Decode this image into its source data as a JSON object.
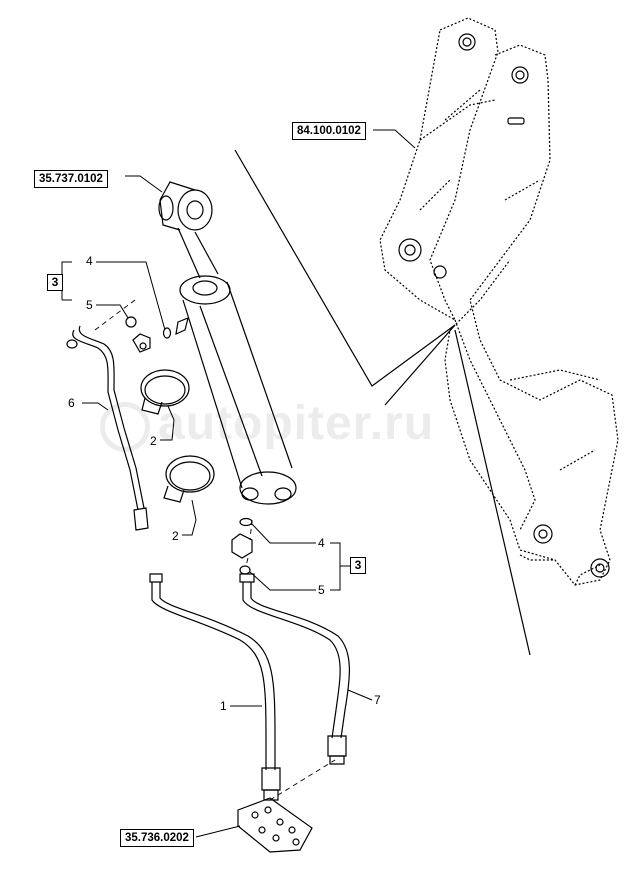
{
  "watermark": "autopiter.ru",
  "references": {
    "lift_arm": "84.100.0102",
    "cylinder": "35.737.0102",
    "valve_block": "35.736.0202"
  },
  "group_labels": {
    "upper": "3",
    "lower": "3"
  },
  "callouts": {
    "oring_upper": "4",
    "seal_upper": "5",
    "tube": "6",
    "clamp_upper": "2",
    "clamp_lower": "2",
    "oring_lower": "4",
    "seal_lower": "5",
    "hose_left": "1",
    "hose_right": "7"
  }
}
